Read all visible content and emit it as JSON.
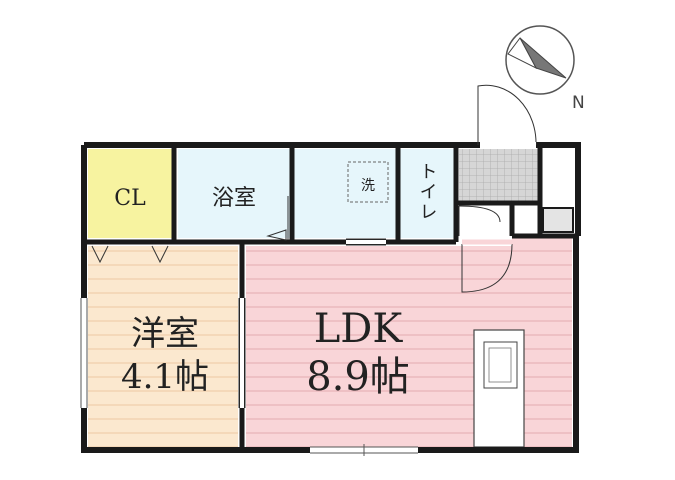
{
  "rooms": {
    "cl": {
      "label": "CL"
    },
    "bath": {
      "label": "浴室"
    },
    "wash": {
      "label": "洗"
    },
    "toilet": {
      "label": "トイレ"
    },
    "western": {
      "name": "洋室",
      "size": "4.1帖"
    },
    "ldk": {
      "name": "LDK",
      "size": "8.9帖"
    }
  },
  "compass": {
    "label": "N"
  },
  "colors": {
    "cl": "#f7f3a0",
    "bath": "#e6f6fb",
    "western": "#fbe8cf",
    "ldk": "#f9d5d8",
    "entrance": "#cfcfcf",
    "wall": "#1a1a1a"
  }
}
